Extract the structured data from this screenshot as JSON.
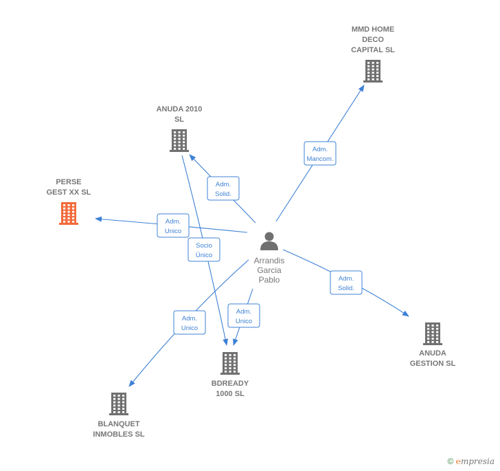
{
  "colors": {
    "edge": "#3d80d6",
    "building": "#707070",
    "building_focus": "#f26a3a",
    "person": "#707070",
    "label": "#777777"
  },
  "person": {
    "lines": [
      "Arrandis",
      "Garcia",
      "Pablo"
    ],
    "icon": "person-icon"
  },
  "companies": [
    {
      "id": "mmd",
      "lines": [
        "MMD HOME",
        "DECO",
        "CAPITAL  SL"
      ],
      "focus": false
    },
    {
      "id": "anuda2010",
      "lines": [
        "ANUDA 2010",
        "SL"
      ],
      "focus": false
    },
    {
      "id": "perse",
      "lines": [
        "PERSE",
        "GEST XX  SL"
      ],
      "focus": true
    },
    {
      "id": "anudagestion",
      "lines": [
        "ANUDA",
        "GESTION SL"
      ],
      "focus": false
    },
    {
      "id": "bdready",
      "lines": [
        "BDREADY",
        "1000  SL"
      ],
      "focus": false
    },
    {
      "id": "blanquet",
      "lines": [
        "BLANQUET",
        "INMOBLES SL"
      ],
      "focus": false
    }
  ],
  "edges": [
    {
      "id": "e-mmd",
      "lines": [
        "Adm.",
        "Mancom."
      ]
    },
    {
      "id": "e-anuda2010",
      "lines": [
        "Adm.",
        "Solid."
      ]
    },
    {
      "id": "e-perse",
      "lines": [
        "Adm.",
        "Unico"
      ]
    },
    {
      "id": "e-socio",
      "lines": [
        "Socio",
        "Único"
      ]
    },
    {
      "id": "e-bdready",
      "lines": [
        "Adm.",
        "Unico"
      ]
    },
    {
      "id": "e-blanquet",
      "lines": [
        "Adm.",
        "Unico"
      ]
    },
    {
      "id": "e-anudagestion",
      "lines": [
        "Adm.",
        "Solid."
      ]
    }
  ],
  "brand": {
    "copyright": "©",
    "e": "℮",
    "rest": "mpresia"
  }
}
